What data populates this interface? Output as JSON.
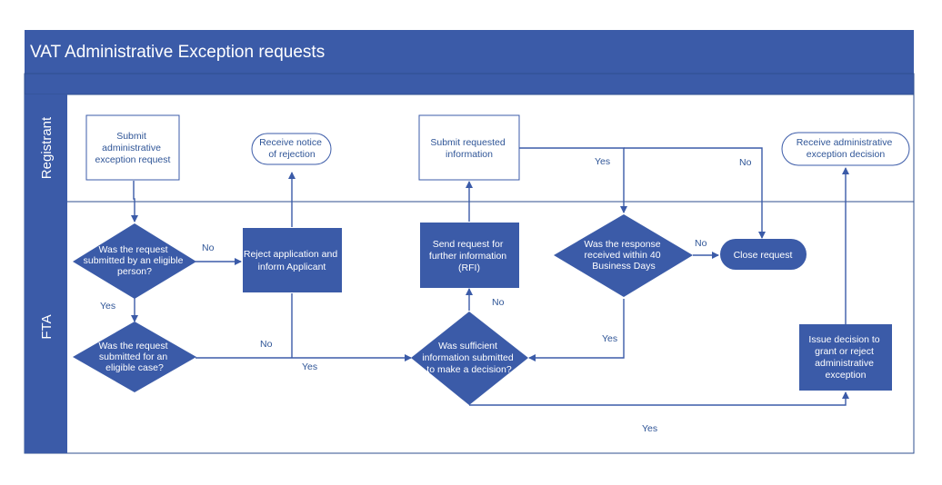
{
  "header": {
    "title": "VAT Administrative Exception requests"
  },
  "lanes": {
    "registrant": "Registrant",
    "fta": "FTA"
  },
  "nodes": {
    "submit_request": [
      "Submit",
      "administrative",
      "exception request"
    ],
    "receive_rejection": [
      "Receive notice",
      "of rejection"
    ],
    "submit_info": [
      "Submit requested",
      "information"
    ],
    "receive_decision": [
      "Receive administrative",
      "exception decision"
    ],
    "eligible_person": [
      "Was the request",
      "submitted by an eligible",
      "person?"
    ],
    "reject_application": [
      "Reject application and",
      "inform Applicant"
    ],
    "send_rfi": [
      "Send request for",
      "further information",
      "(RFI)"
    ],
    "response_40_days": [
      "Was the response",
      "received within 40",
      "Business Days"
    ],
    "close_request": [
      "Close request"
    ],
    "eligible_case": [
      "Was the request",
      "submitted for an",
      "eligible case?"
    ],
    "sufficient_info": [
      "Was sufficient",
      "information submitted",
      "to make a decision?"
    ],
    "issue_decision": [
      "Issue decision to",
      "grant or reject",
      "administrative",
      "exception"
    ]
  },
  "edges": {
    "eligible_person_no": "No",
    "eligible_person_yes": "Yes",
    "eligible_case_no": "No",
    "eligible_case_yes": "Yes",
    "sufficient_no": "No",
    "sufficient_yes": "Yes",
    "submit_info_yes": "Yes",
    "submit_info_no": "No",
    "response_no": "No",
    "response_yes": "Yes"
  },
  "colors": {
    "header_bg": "#3b5ba8",
    "shape_fill": "#3b5ba8",
    "line": "#3b5ba8",
    "lane_border": "#2f4f8f",
    "text_blue": "#2f5597"
  }
}
